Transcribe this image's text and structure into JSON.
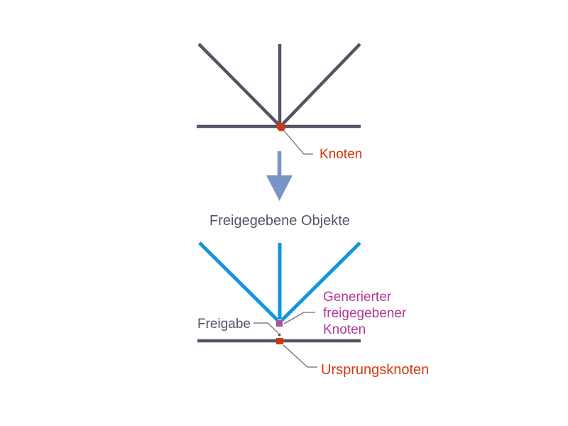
{
  "colors": {
    "background": "#ffffff",
    "structure_dark": "#585266",
    "released_blue": "#1295dc",
    "arrow_blue": "#7a94c8",
    "node_red": "#cf3a0e",
    "node_red_marker": "#cc3a0e",
    "generated_magenta_text": "#b03898",
    "generated_square": "#a84fa0",
    "leader_gray": "#6e6980",
    "release_dot_gray": "#5f5a6b",
    "dark_text": "#585266"
  },
  "labels": {
    "knoten": "Knoten",
    "released_objects": "Freigegebene Objekte",
    "freigabe": "Freigabe",
    "generated_lines": [
      "Generierter",
      "freigegebener",
      "Knoten"
    ],
    "ursprungsknoten": "Ursprungsknoten"
  }
}
